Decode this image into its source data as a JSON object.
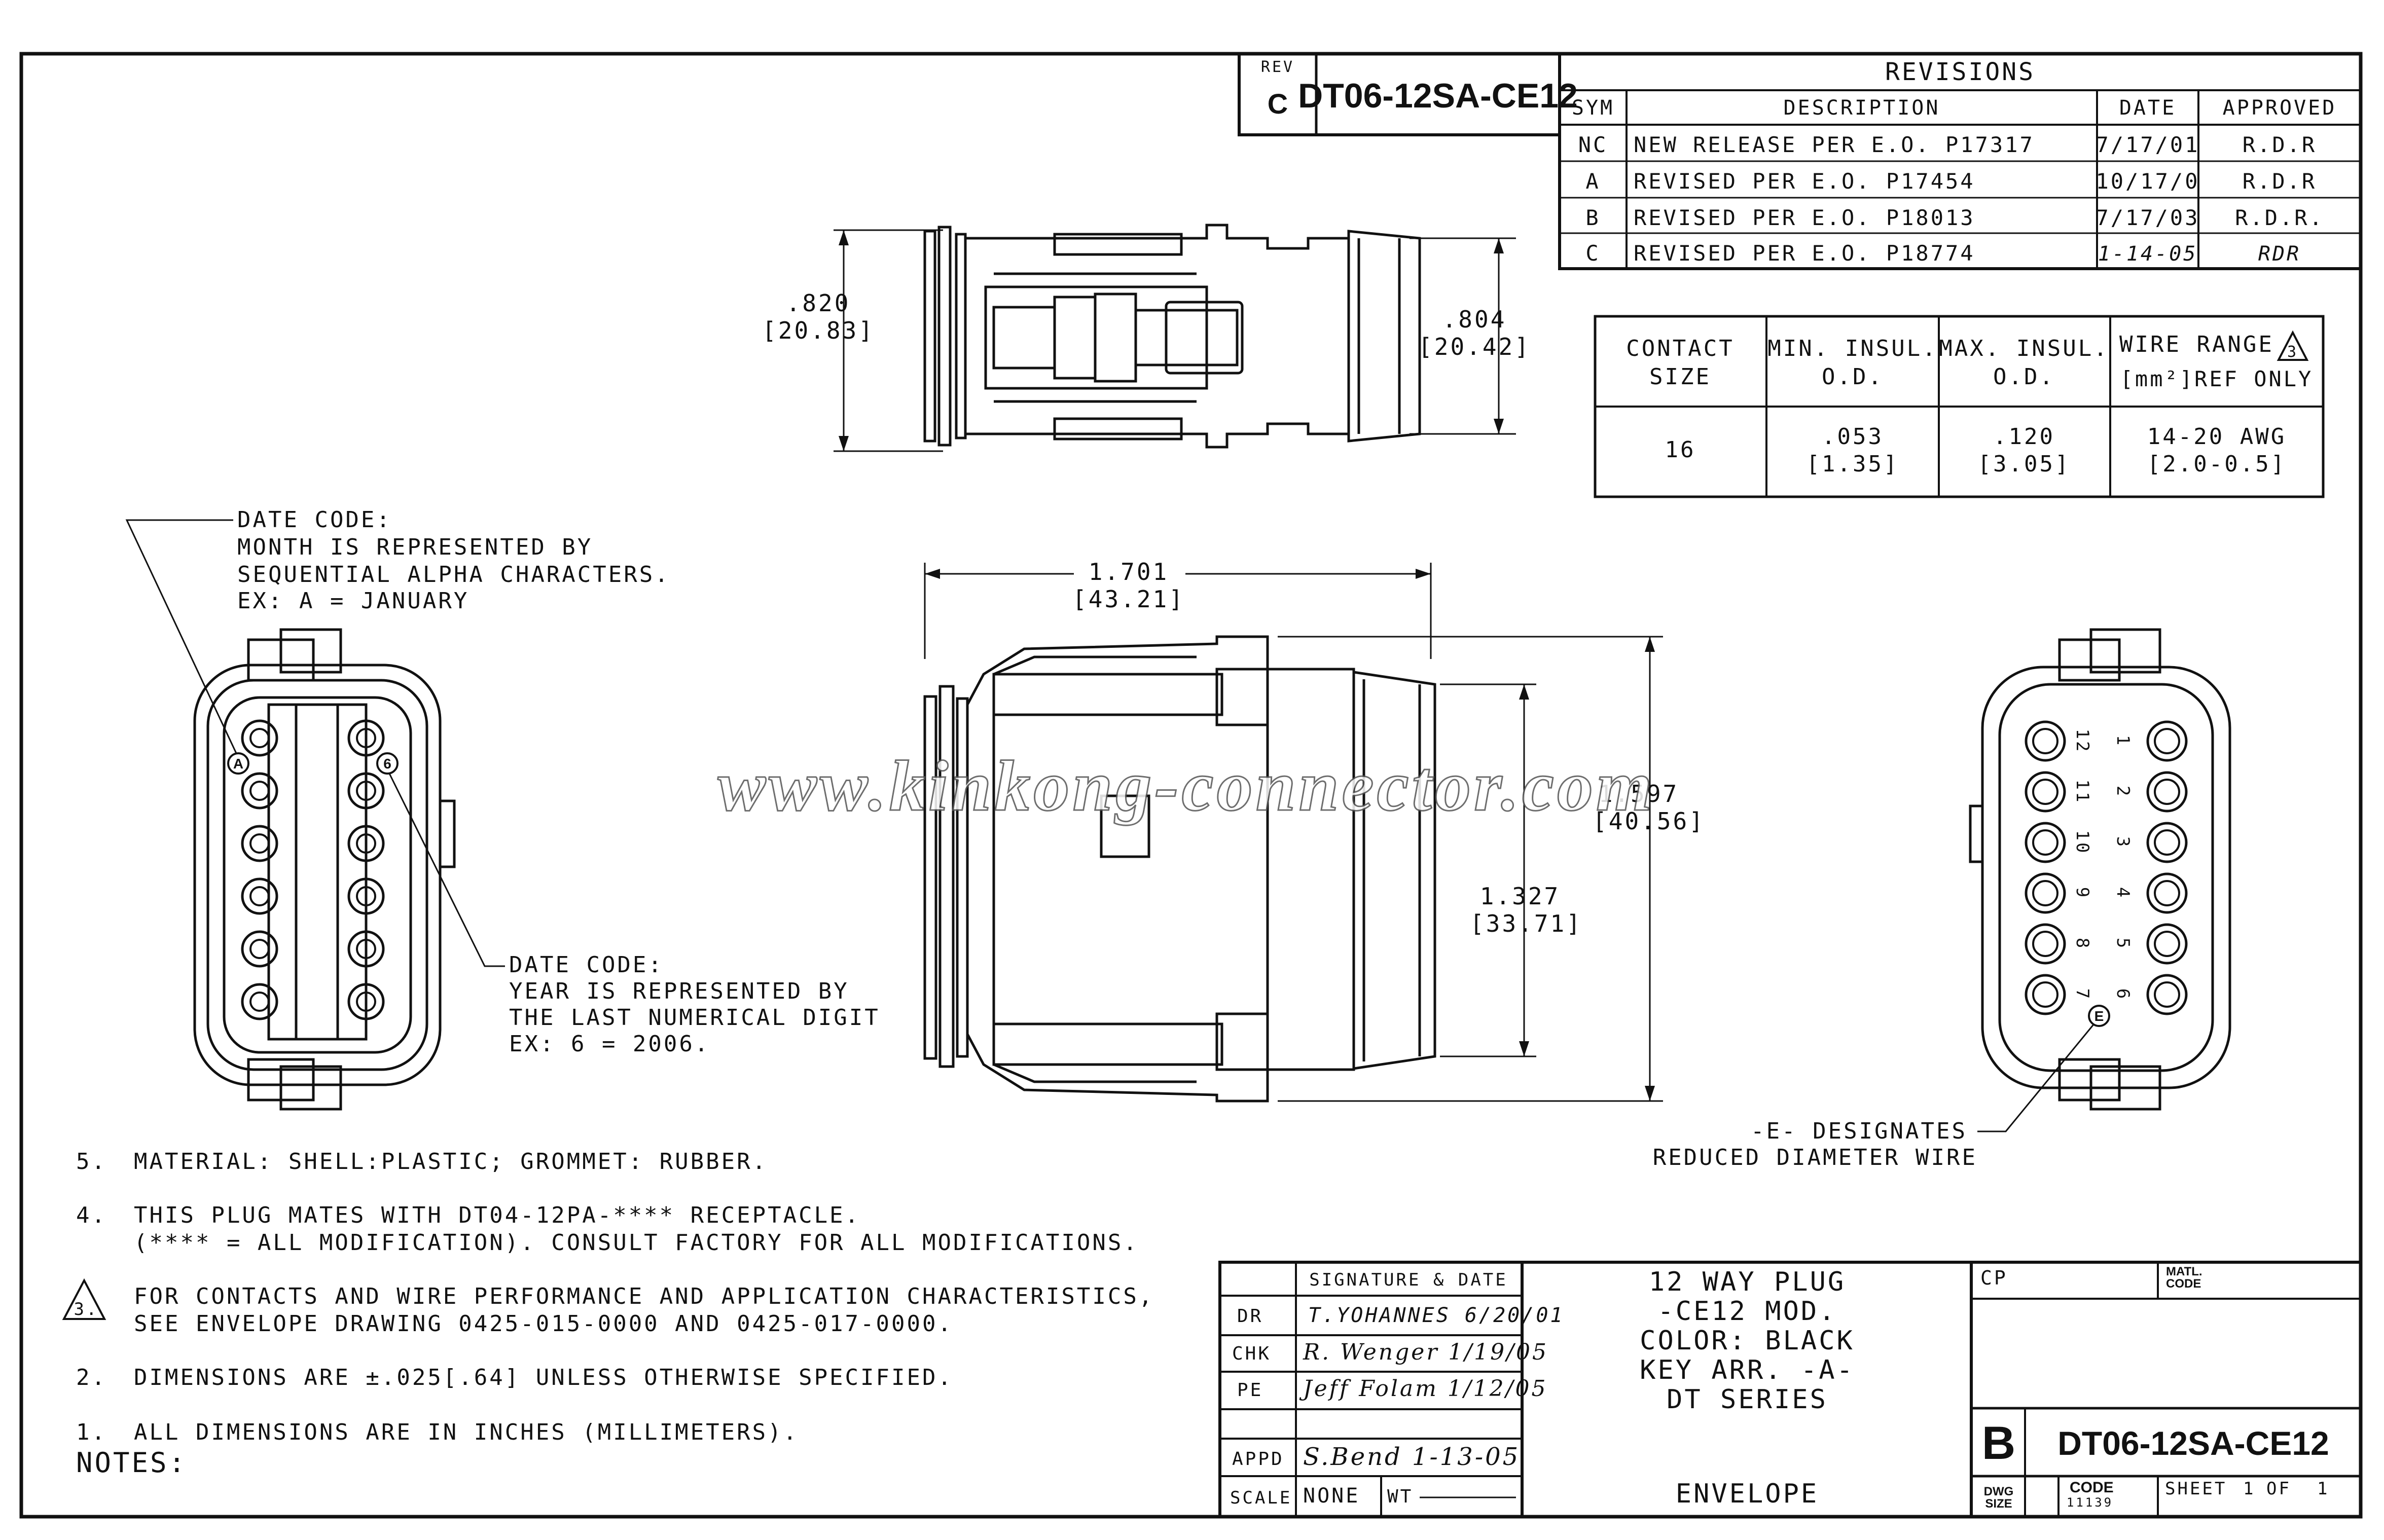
{
  "part_number": "DT06-12SA-CE12",
  "rev": {
    "label": "REV",
    "value": "C"
  },
  "revisions": {
    "title": "REVISIONS",
    "headers": [
      "SYM",
      "DESCRIPTION",
      "DATE",
      "APPROVED"
    ],
    "rows": [
      [
        "NC",
        "NEW RELEASE PER E.O. P17317",
        "7/17/01",
        "R.D.R"
      ],
      [
        "A",
        "REVISED PER E.O. P17454",
        "10/17/0",
        "R.D.R"
      ],
      [
        "B",
        "REVISED PER E.O. P18013",
        "7/17/03",
        "R.D.R."
      ],
      [
        "C",
        "REVISED PER E.O. P18774",
        "1-14-05",
        "RDR"
      ]
    ]
  },
  "wire_table": {
    "headers": [
      [
        "CONTACT",
        "SIZE"
      ],
      [
        "MIN. INSUL.",
        "O.D."
      ],
      [
        "MAX. INSUL.",
        "O.D."
      ],
      [
        "WIRE RANGE",
        "[mm²]REF ONLY"
      ]
    ],
    "note_ref": "3",
    "row": [
      [
        "16",
        ""
      ],
      [
        ".053",
        "[1.35]"
      ],
      [
        ".120",
        "[3.05]"
      ],
      [
        "14-20 AWG",
        "[2.0-0.5]"
      ]
    ]
  },
  "dimensions": {
    "top_left": [
      ".820",
      "[20.83]"
    ],
    "top_right": [
      ".804",
      "[20.42]"
    ],
    "length": [
      "1.701",
      "[43.21]"
    ],
    "height_outer": [
      "1.597",
      "[40.56]"
    ],
    "height_inner": [
      "1.327",
      "[33.71]"
    ]
  },
  "date_code_month": [
    "DATE CODE:",
    "MONTH IS REPRESENTED BY",
    "SEQUENTIAL ALPHA CHARACTERS.",
    "EX: A = JANUARY"
  ],
  "date_code_year": [
    "DATE CODE:",
    "YEAR IS REPRESENTED BY",
    "THE LAST NUMERICAL DIGIT",
    "EX: 6 = 2006."
  ],
  "date_code_markers": [
    "A",
    "6"
  ],
  "reduced_wire": [
    "-E- DESIGNATES",
    "REDUCED DIAMETER WIRE"
  ],
  "e_marker": "E",
  "cavity_labels_right": [
    "1",
    "2",
    "3",
    "4",
    "5",
    "6"
  ],
  "cavity_labels_left": [
    "12",
    "11",
    "10",
    "9",
    "8",
    "7"
  ],
  "watermark": "www.kinkong-connector.com",
  "notes": [
    {
      "num": "5.",
      "lines": [
        "MATERIAL: SHELL:PLASTIC; GROMMET: RUBBER."
      ]
    },
    {
      "num": "4.",
      "lines": [
        "THIS PLUG MATES WITH DT04-12PA-**** RECEPTACLE.",
        "(**** = ALL MODIFICATION). CONSULT FACTORY FOR ALL MODIFICATIONS."
      ]
    },
    {
      "num": "3.",
      "lines": [
        "FOR CONTACTS AND WIRE PERFORMANCE AND APPLICATION CHARACTERISTICS,",
        "SEE ENVELOPE DRAWING 0425-015-0000 AND 0425-017-0000."
      ]
    },
    {
      "num": "2.",
      "lines": [
        "DIMENSIONS ARE ±.025[.64] UNLESS OTHERWISE SPECIFIED."
      ]
    },
    {
      "num": "1.",
      "lines": [
        "ALL DIMENSIONS ARE IN INCHES (MILLIMETERS)."
      ]
    }
  ],
  "notes_title": "NOTES:",
  "title_block": {
    "sig_header": "SIGNATURE & DATE",
    "rows": [
      {
        "role": "DR",
        "sig": "T.YOHANNES 6/20/01"
      },
      {
        "role": "CHK",
        "sig": "R. Wenger 1/19/05"
      },
      {
        "role": "PE",
        "sig": "Jeff Folam 1/12/05"
      },
      {
        "role": "APPD",
        "sig": "S.Bend 1-13-05"
      }
    ],
    "scale_label": "SCALE",
    "scale_value": "NONE",
    "wt_label": "WT",
    "description": [
      "12 WAY PLUG",
      "-CE12 MOD.",
      "COLOR: BLACK",
      "KEY ARR. -A-",
      "DT SERIES"
    ],
    "envelope": "ENVELOPE",
    "cp": "CP",
    "matl_code": [
      "MATL.",
      "CODE"
    ],
    "dwg_size": "B",
    "dwg_size_label": [
      "DWG",
      "SIZE"
    ],
    "code_label": "CODE",
    "code_value": "11139",
    "sheet_label": "SHEET",
    "sheet_value": "1",
    "of_label": "OF",
    "of_value": "1"
  }
}
